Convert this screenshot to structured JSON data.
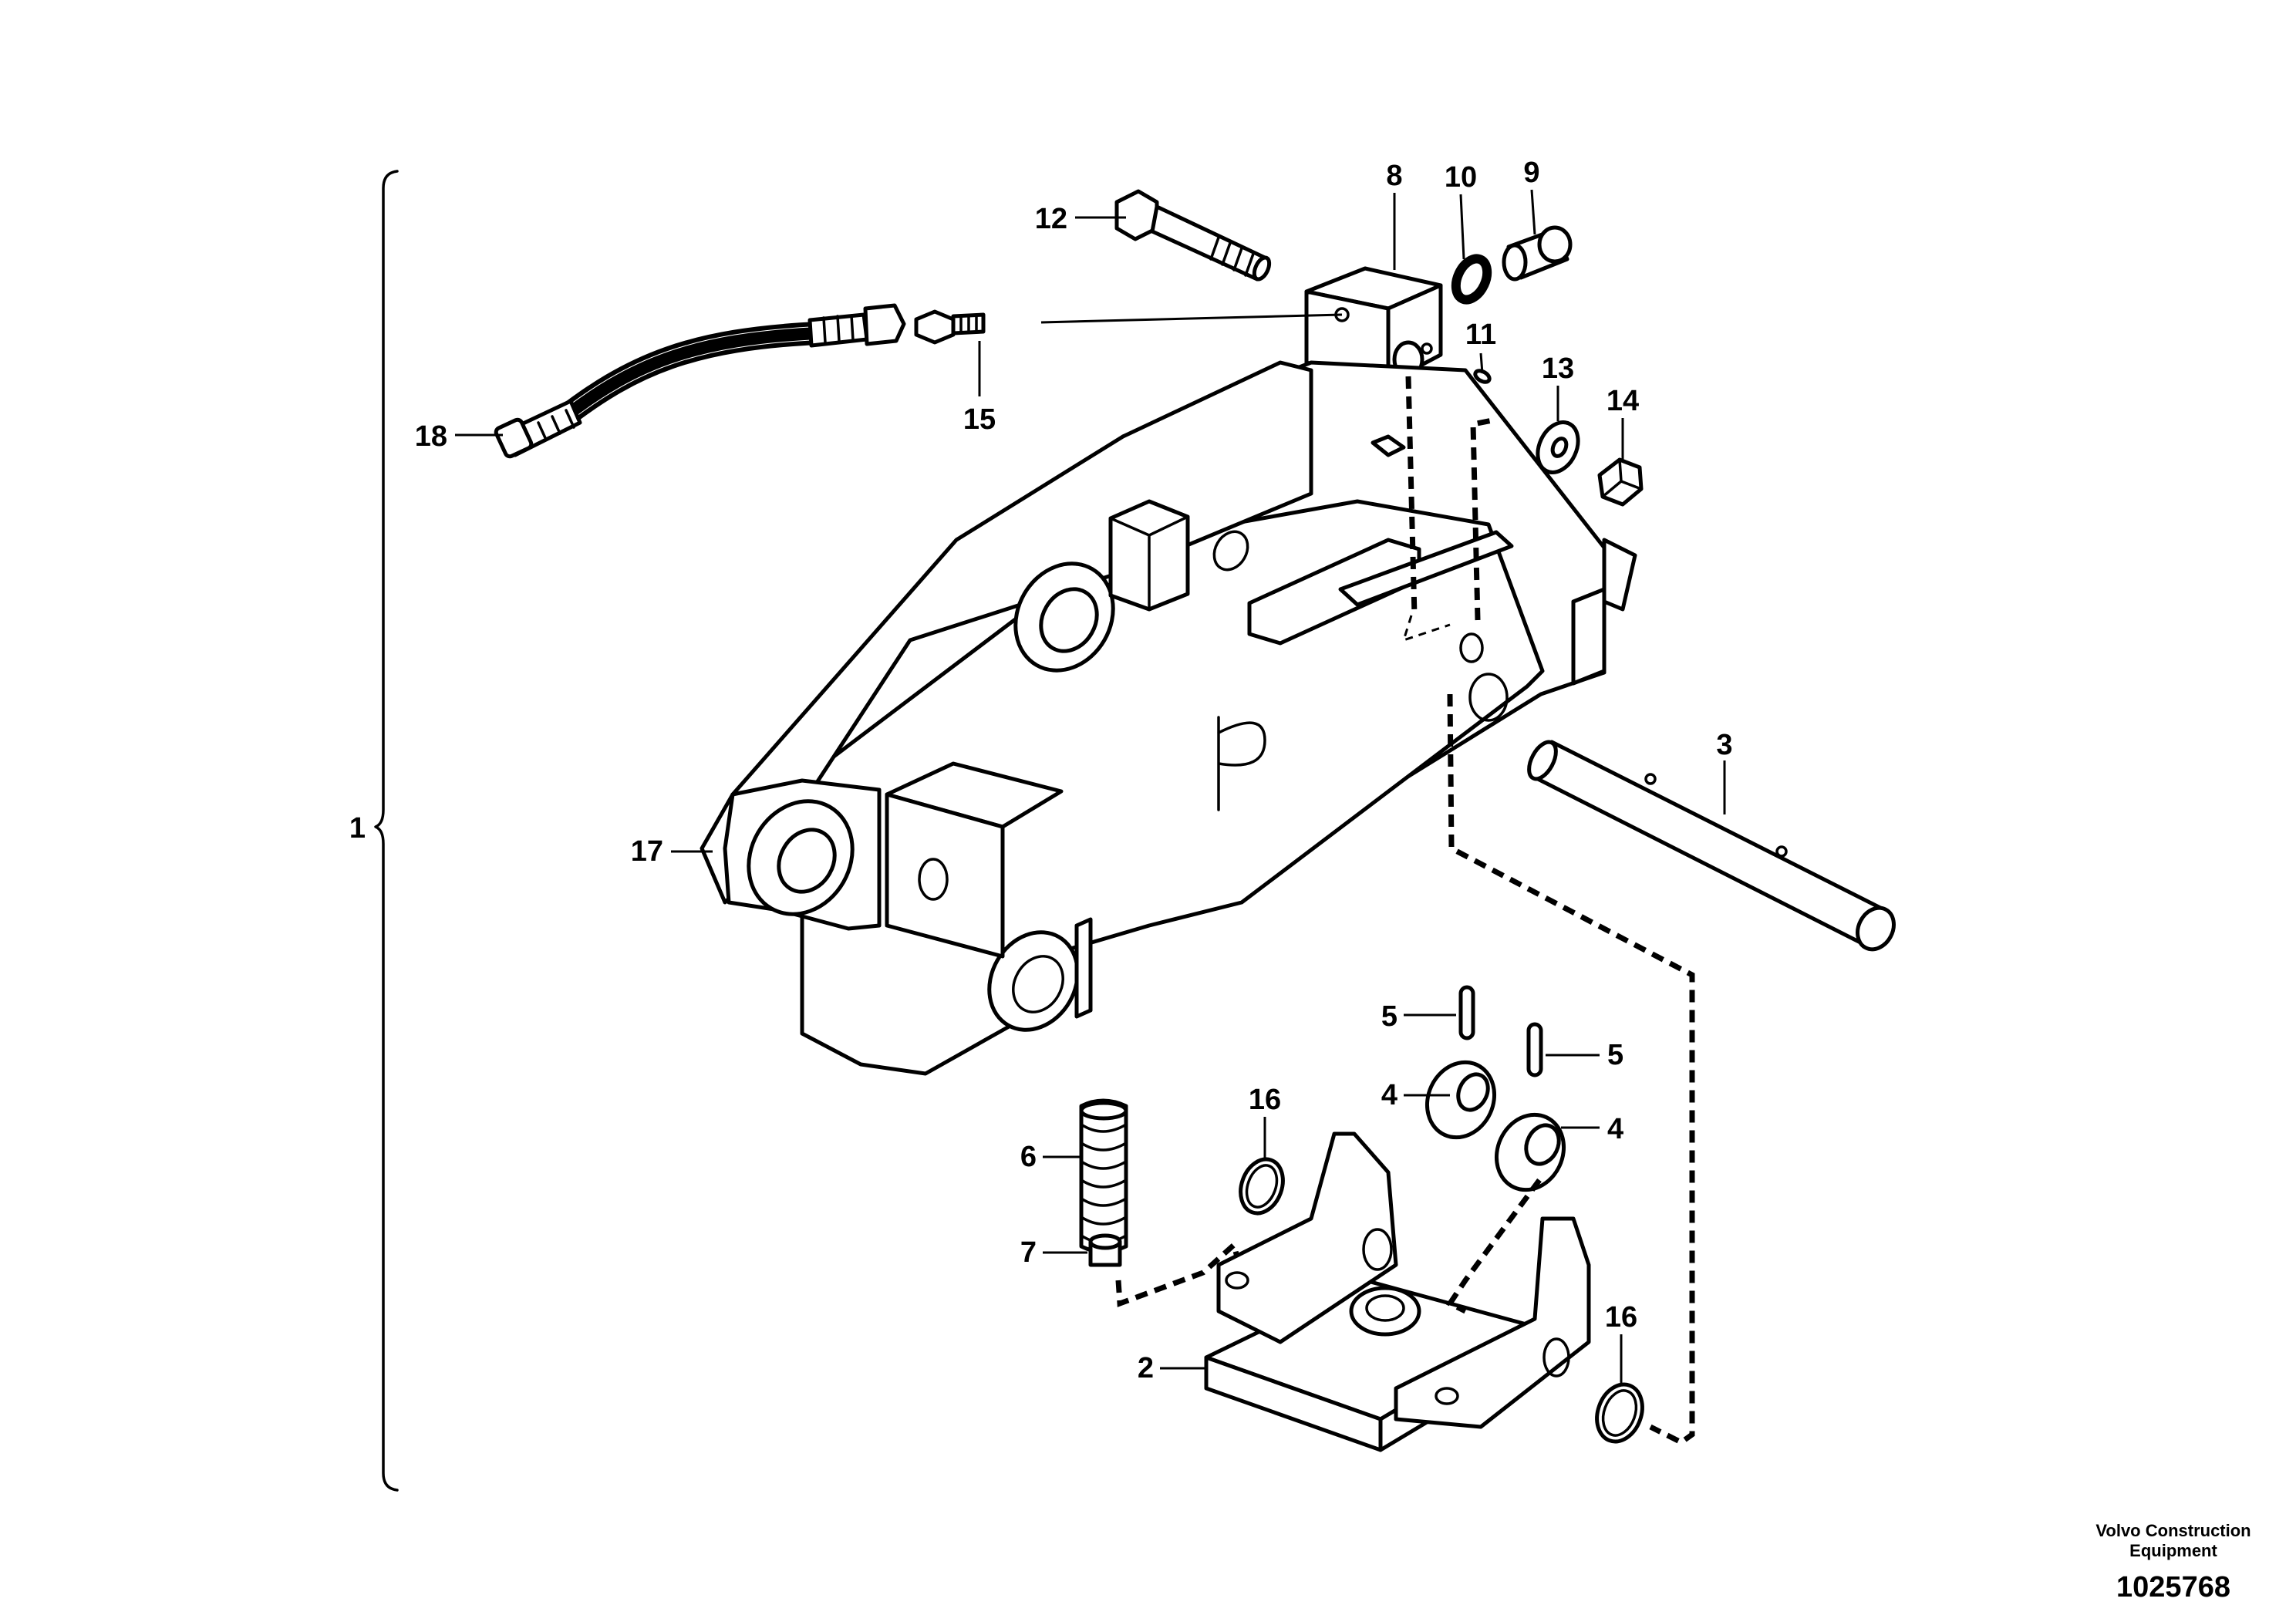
{
  "callouts": {
    "c1": "1",
    "c2": "2",
    "c3": "3",
    "c4a": "4",
    "c4b": "4",
    "c5a": "5",
    "c5b": "5",
    "c6": "6",
    "c7": "7",
    "c8": "8",
    "c9": "9",
    "c10": "10",
    "c11": "11",
    "c12": "12",
    "c13": "13",
    "c14": "14",
    "c15": "15",
    "c16a": "16",
    "c16b": "16",
    "c17": "17",
    "c18": "18"
  },
  "footer": {
    "company_line1": "Volvo Construction",
    "company_line2": "Equipment",
    "drawing_number": "1025768"
  }
}
